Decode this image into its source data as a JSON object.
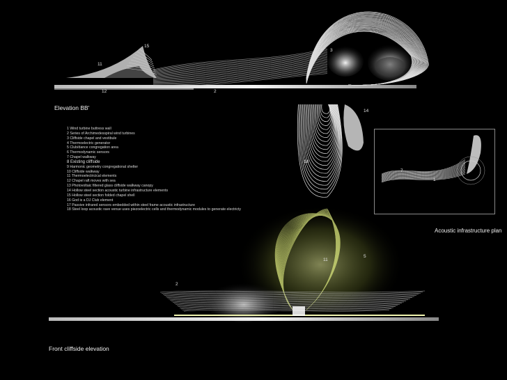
{
  "captions": {
    "elevation": "Elevation BB'",
    "plan": "Acoustic infrastructure plan",
    "front": "Front cliffside elevation"
  },
  "legend": [
    "1 Wind turbine buttress wall",
    "2 Series of Archimedesspiral wind turbines",
    "3 Cliffside chapel and vestibule",
    "4 Thermoelectric generator",
    "5 Club/dance congregation area",
    "6 Thermodynamic sensors",
    "7 Chapel walkway",
    "8 Existing cliffside",
    "9 Harmonic geometry congregational shelter",
    "10 Cliffside walkway",
    "11 Thermoelectricical elements",
    "12 Chapel raft moves with sea",
    "13 Photovoltaic filtered glass cliffside walkway canopy",
    "14 Hollow steel section acoustic turbine infrastructure elements",
    "15 Hollow steel section folded chapel shell",
    "16 God is a DJ Club element",
    "17 Passive infrared sensors embedded within steel frame acoustic infrastructure",
    "18 Steel loop acoustic rave venue uses piezoelectric cells and thermodynamic modules to generate electricty"
  ],
  "labels": {
    "elev_15": "15",
    "elev_11": "11",
    "elev_12": "12",
    "elev_2": "2",
    "elev_3": "3",
    "elev_14": "14",
    "elev_18": "18",
    "plan_7": "7",
    "plan_1": "1",
    "front_11": "11",
    "front_5": "5",
    "front_2": "2"
  },
  "colors": {
    "background": "#000000",
    "structure": "#d9d9d9",
    "glow": "#d6e27a"
  }
}
